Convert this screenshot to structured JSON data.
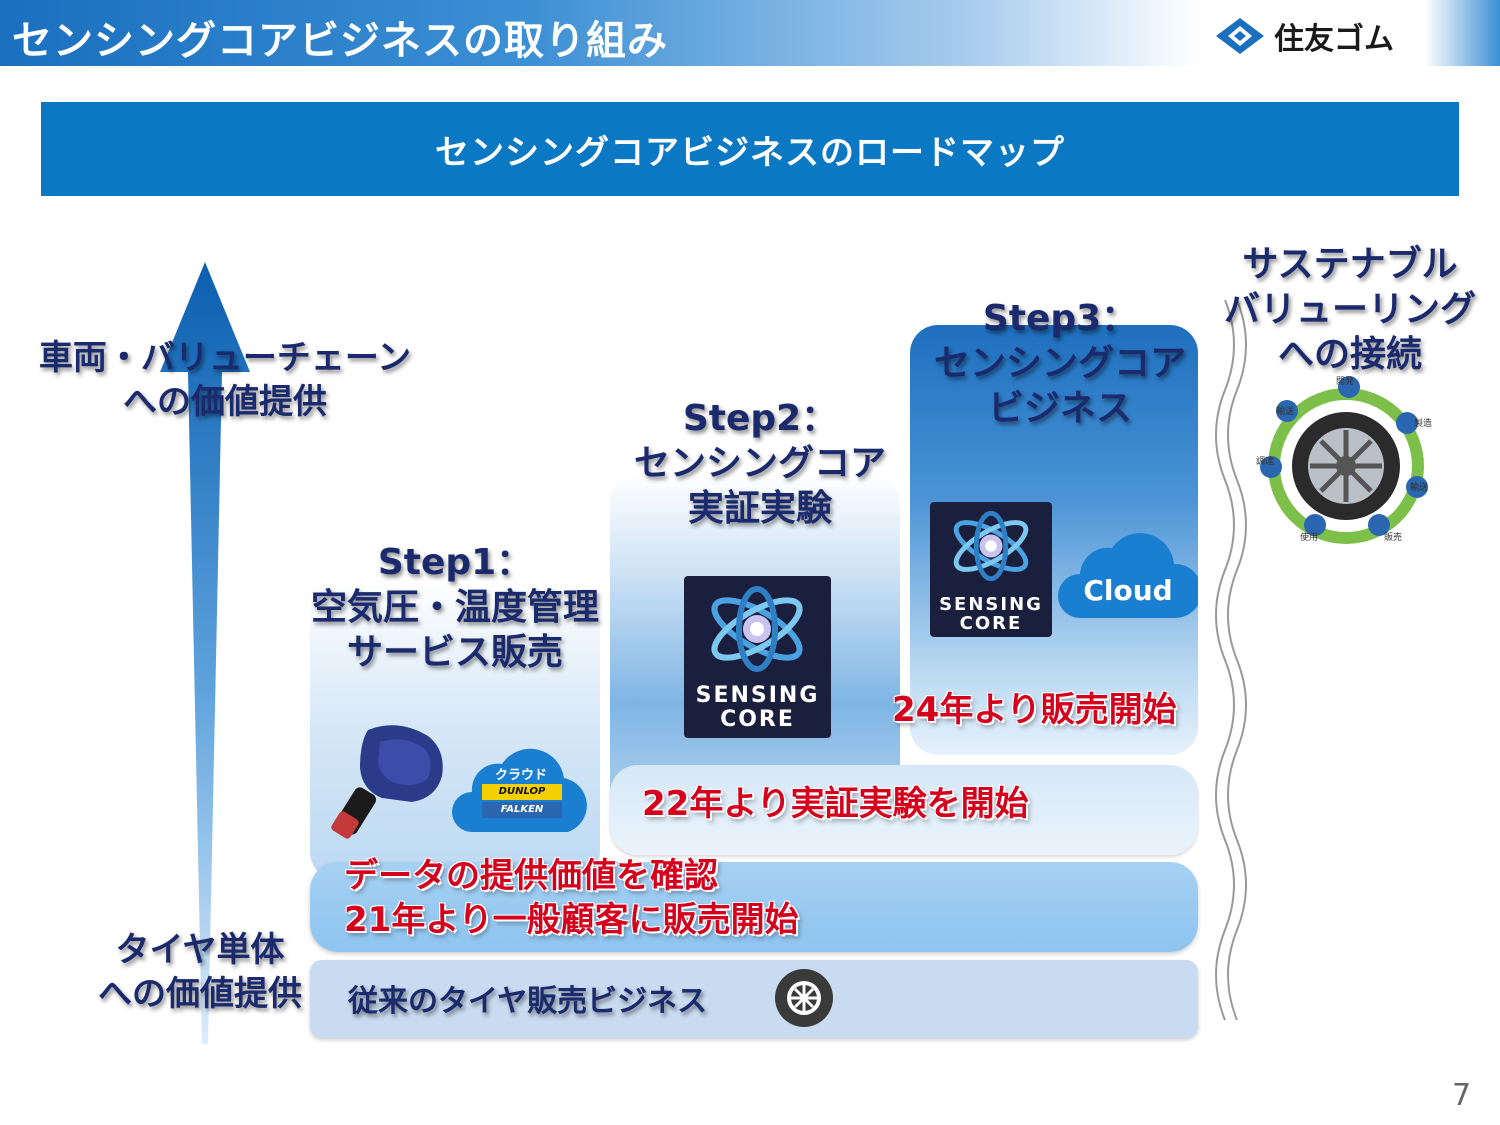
{
  "header": {
    "title": "センシングコアビジネスの取り組み",
    "logo_text": "住友ゴム"
  },
  "banner": {
    "title": "センシングコアビジネスのロードマップ"
  },
  "axis": {
    "top_label_line1": "車両・バリューチェーン",
    "top_label_line2": "への価値提供",
    "bottom_label_line1": "タイヤ単体",
    "bottom_label_line2": "への価値提供"
  },
  "steps": {
    "step1": {
      "line1": "Step1：",
      "line2": "空気圧・温度管理",
      "line3": "サービス販売"
    },
    "step2": {
      "line1": "Step2：",
      "line2": "センシングコア",
      "line3": "実証実験"
    },
    "step3": {
      "line1": "Step3：",
      "line2": "センシングコア",
      "line3": "ビジネス"
    },
    "sustainable": {
      "line1": "サステナブル",
      "line2": "バリューリング",
      "line3": "への接続"
    }
  },
  "milestones": {
    "step3": "24年より販売開始",
    "step2": "22年より実証実験を開始",
    "step1_line1": "データの提供価値を確認",
    "step1_line2": "21年より一般顧客に販売開始",
    "base": "従来のタイヤ販売ビジネス"
  },
  "badges": {
    "sensing_core_line1": "SENSING",
    "sensing_core_line2": "CORE",
    "cloud": "Cloud",
    "cloud_jp": "クラウド",
    "dunlop": "DUNLOP",
    "falken": "FALKEN"
  },
  "value_ring": [
    "開発",
    "製造",
    "輸送",
    "販売",
    "使用",
    "調達",
    "輸送"
  ],
  "page_number": "7",
  "colors": {
    "primary": "#0b78c4",
    "navy": "#1a2a6c",
    "red": "#d4001c"
  }
}
